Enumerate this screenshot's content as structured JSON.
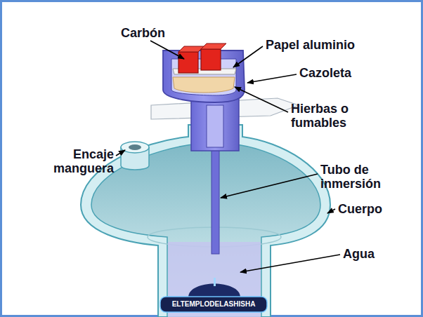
{
  "diagram": {
    "labels": [
      "Carbón",
      "Papel aluminio",
      "Cazoleta",
      "Hierbas o fumables",
      "Encaje manguera",
      "Tubo de inmersión",
      "Cuerpo",
      "Agua",
      "ELTEMPLODELASHISHA"
    ]
  }
}
